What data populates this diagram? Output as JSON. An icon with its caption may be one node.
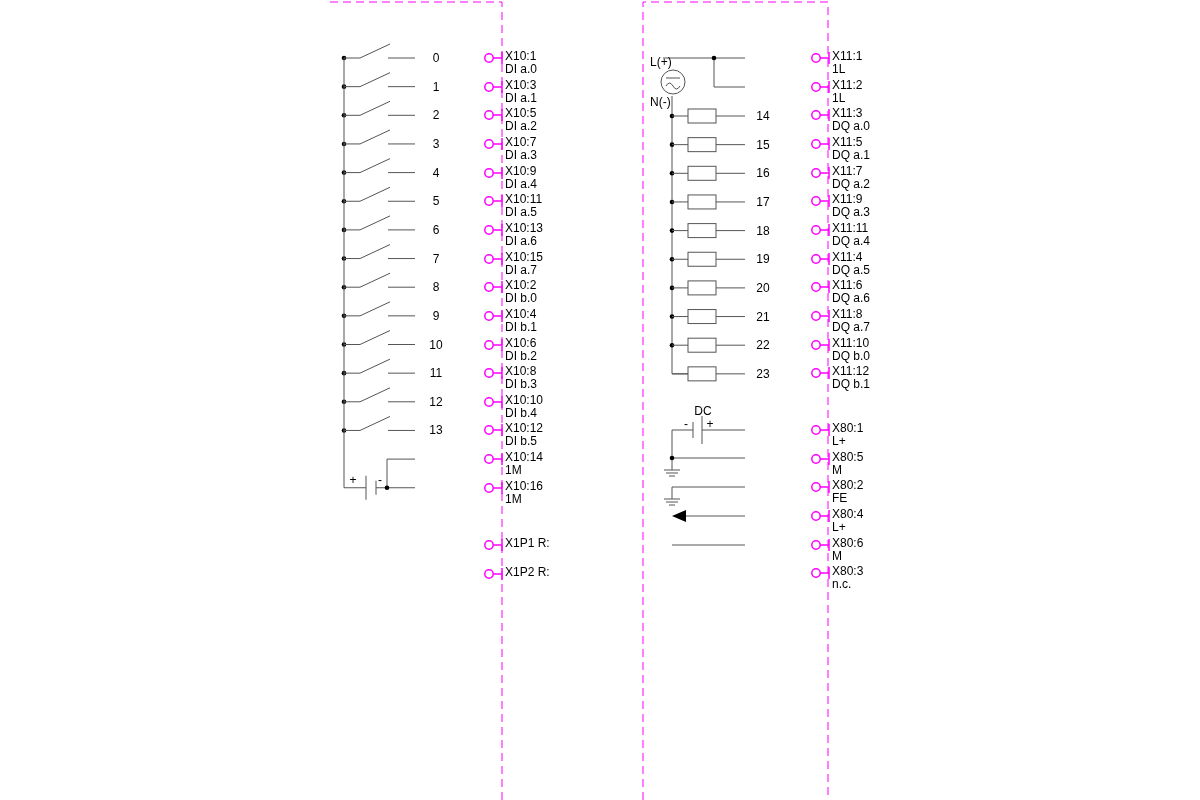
{
  "diagram": {
    "nodes": [
      {
        "text": [
          "X10:1",
          "DI a.0"
        ]
      },
      {
        "text": [
          "X10:3",
          "DI a.1"
        ]
      },
      {
        "text": [
          "X10:5",
          "DI a.2"
        ]
      },
      {
        "text": [
          "X10:7",
          "DI a.3"
        ]
      },
      {
        "text": [
          "X10:9",
          "DI a.4"
        ]
      },
      {
        "text": [
          "X10:11",
          "DI a.5"
        ]
      },
      {
        "text": [
          "X10:13",
          "DI a.6"
        ]
      },
      {
        "text": [
          "X10:15",
          "DI a.7"
        ]
      },
      {
        "text": [
          "X10:2",
          "DI b.0"
        ]
      },
      {
        "text": [
          "X10:4",
          "DI b.1"
        ]
      },
      {
        "text": [
          "X10:6",
          "DI b.2"
        ]
      },
      {
        "text": [
          "X10:8",
          "DI b.3"
        ]
      },
      {
        "text": [
          "X10:10",
          "DI b.4"
        ]
      },
      {
        "text": [
          "X10:12",
          "DI b.5"
        ]
      },
      {
        "text": [
          "X10:14",
          "1M"
        ]
      },
      {
        "text": [
          "X10:16",
          "1M"
        ]
      },
      {
        "text": [
          "X1P1 R:"
        ]
      },
      {
        "text": [
          "X1P2 R:"
        ]
      },
      {
        "text": [
          "X11:1",
          "1L"
        ]
      },
      {
        "text": [
          "X11:2",
          "1L"
        ]
      },
      {
        "text": [
          "X11:3",
          "DQ a.0"
        ]
      },
      {
        "text": [
          "X11:5",
          "DQ a.1"
        ]
      },
      {
        "text": [
          "X11:7",
          "DQ a.2"
        ]
      },
      {
        "text": [
          "X11:9",
          "DQ a.3"
        ]
      },
      {
        "text": [
          "X11:11",
          "DQ a.4"
        ]
      },
      {
        "text": [
          "X11:4",
          "DQ a.5"
        ]
      },
      {
        "text": [
          "X11:6",
          "DQ a.6"
        ]
      },
      {
        "text": [
          "X11:8",
          "DQ a.7"
        ]
      },
      {
        "text": [
          "X11:10",
          "DQ b.0"
        ]
      },
      {
        "text": [
          "X11:12",
          "DQ b.1"
        ]
      },
      {
        "text": [
          "X80:1",
          "L+"
        ]
      },
      {
        "text": [
          "X80:5",
          "M"
        ]
      },
      {
        "text": [
          "X80:2",
          "FE"
        ]
      },
      {
        "text": [
          "X80:4",
          "L+"
        ]
      },
      {
        "text": [
          "X80:6",
          "M"
        ]
      },
      {
        "text": [
          "X80:3",
          "n.c."
        ]
      }
    ],
    "labels": [
      "0",
      "1",
      "2",
      "3",
      "4",
      "5",
      "6",
      "7",
      "8",
      "9",
      "10",
      "11",
      "12",
      "13",
      "+",
      "-",
      "L(+)",
      "N(-)",
      "14",
      "15",
      "16",
      "17",
      "18",
      "19",
      "20",
      "21",
      "22",
      "23",
      "DC",
      "-",
      "+"
    ]
  }
}
